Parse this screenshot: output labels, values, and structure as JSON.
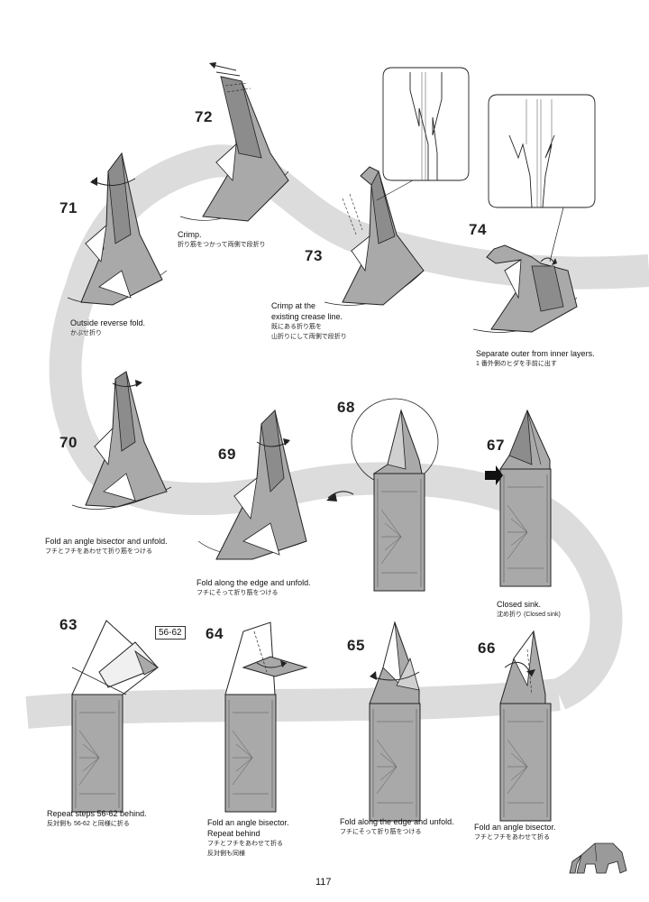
{
  "page_number": "117",
  "steps": {
    "s63": {
      "num": "63",
      "en": "Repeat steps 56-62 behind.",
      "jp": "反対側も 56-62 と同様に折る",
      "ref": "56-62"
    },
    "s64": {
      "num": "64",
      "en1": "Fold an angle bisector.",
      "en2": "Repeat behind",
      "jp1": "フチとフチをあわせて折る",
      "jp2": "反対側も同様"
    },
    "s65": {
      "num": "65",
      "en": "Fold along the edge and unfold.",
      "jp": "フチにそって折り筋をつける"
    },
    "s66": {
      "num": "66",
      "en": "Fold an angle bisector.",
      "jp": "フチとフチをあわせて折る"
    },
    "s67": {
      "num": "67",
      "en": "Closed sink.",
      "jp": "沈め折り (Closed sink)"
    },
    "s68": {
      "num": "68"
    },
    "s69": {
      "num": "69",
      "en": "Fold along the edge and unfold.",
      "jp": "フチにそって折り筋をつける"
    },
    "s70": {
      "num": "70",
      "en": "Fold an angle bisector and unfold.",
      "jp": "フチとフチをあわせて折り筋をつける"
    },
    "s71": {
      "num": "71",
      "en": "Outside reverse fold.",
      "jp": "かぶせ折り"
    },
    "s72": {
      "num": "72",
      "en": "Crimp.",
      "jp": "折り筋をつかって両側で段折り"
    },
    "s73": {
      "num": "73",
      "en1": "Crimp at the",
      "en2": "existing crease line.",
      "jp1": "既にある折り筋を",
      "jp2": "山折りにして両側で段折り"
    },
    "s74": {
      "num": "74",
      "en": "Separate outer from inner layers.",
      "jp": "1 番外側のヒダを手前に出す"
    }
  },
  "colors": {
    "paper_gray": "#a9a9a9",
    "path_band": "#dcdcdc",
    "line": "#222222"
  },
  "icons": {
    "footer": "elephant-icon"
  }
}
